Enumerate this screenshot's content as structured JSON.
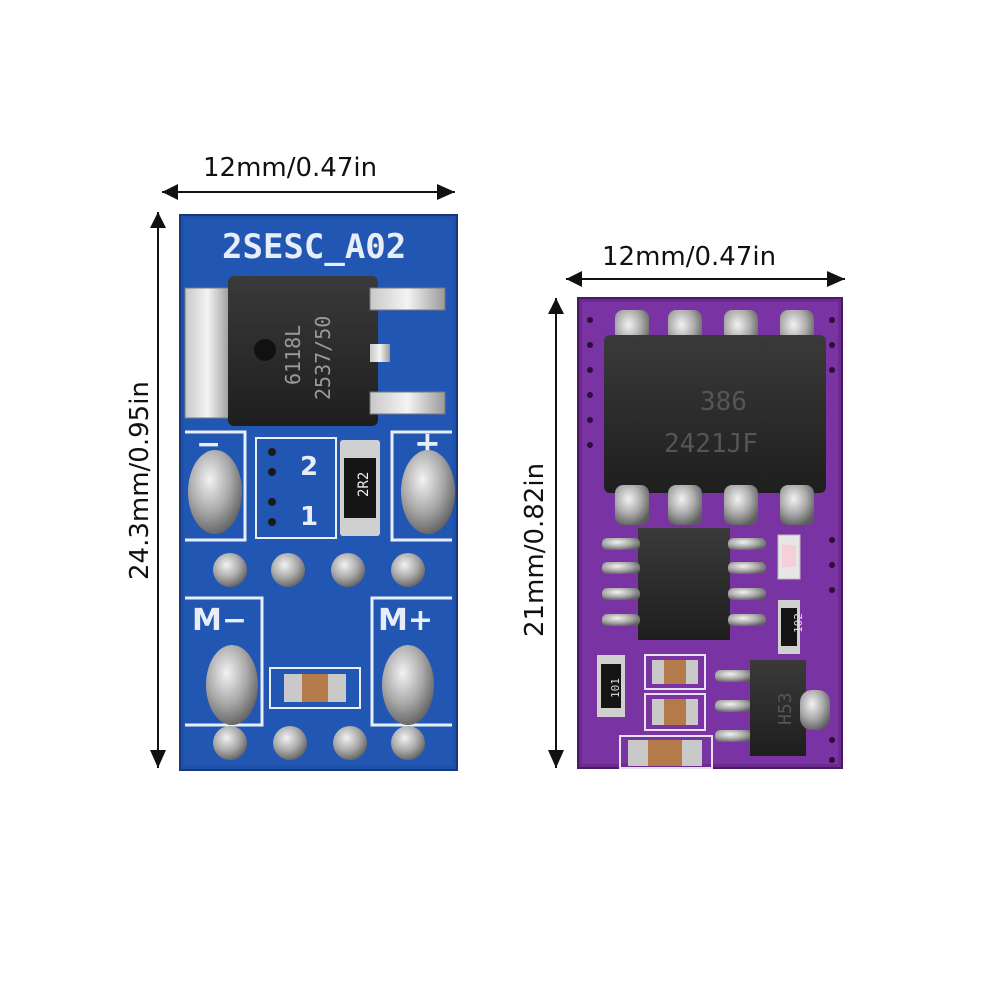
{
  "left_board": {
    "width_label": "12mm/0.47in",
    "height_label": "24.3mm/0.95in",
    "silk_title": "2SESC_A02",
    "mosfet_line1": "6118L",
    "mosfet_line2": "2537/50",
    "minus_label": "−",
    "plus_label": "+",
    "jumper_2": "2",
    "jumper_1": "1",
    "resistor": "2R2",
    "motor_minus": "M−",
    "motor_plus": "M+",
    "color": "#1f4fa8"
  },
  "right_board": {
    "width_label": "12mm/0.47in",
    "height_label": "21mm/0.82in",
    "chip_line1": "386",
    "chip_line2": "2421JF",
    "res_101": "101",
    "res_102": "102",
    "reg_mark": "H53",
    "color": "#6a2a8e"
  }
}
